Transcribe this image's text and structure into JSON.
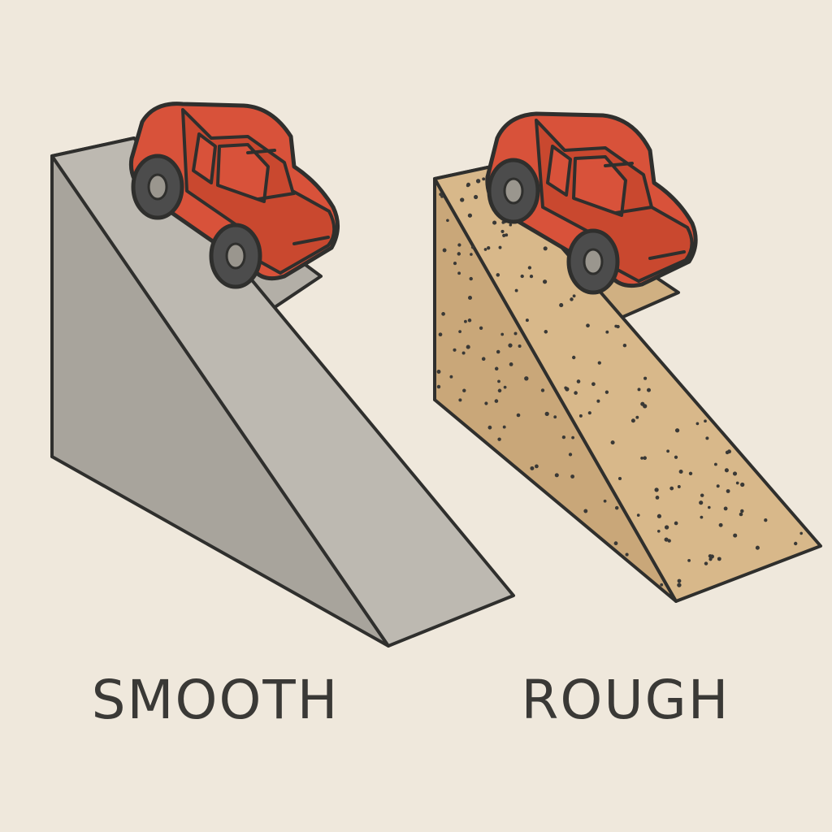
{
  "ramps": [
    {
      "id": "smooth",
      "label": "SMOOTH",
      "surface": "smooth",
      "colors": {
        "top": "#bdb9b1",
        "side": "#a8a49c",
        "back": "#b3afa7"
      }
    },
    {
      "id": "rough",
      "label": "ROUGH",
      "surface": "rough",
      "colors": {
        "top": "#d8b88a",
        "side": "#c9a779",
        "back": "#d0b082",
        "speckle": "#3a3936"
      }
    }
  ],
  "car": {
    "colors": {
      "body": "#d8523a",
      "body_shade": "#c2432c",
      "tire": "#4c4c4c",
      "hub": "#9a968e",
      "outline": "#2f2f2d"
    }
  },
  "palette": {
    "background": "#efe8dc",
    "outline": "#2f2f2d"
  }
}
